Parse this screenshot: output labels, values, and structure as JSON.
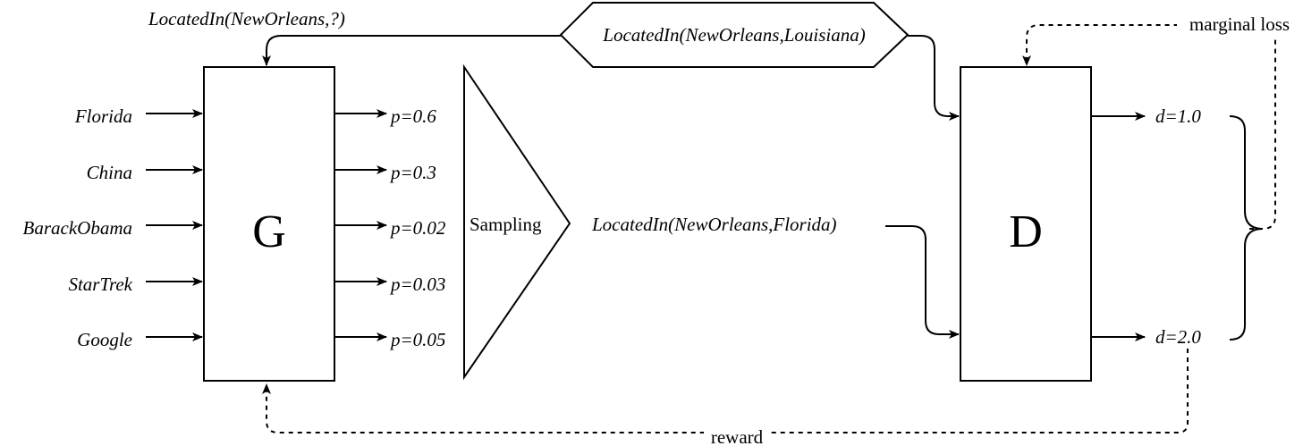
{
  "generator": {
    "label": "G"
  },
  "discriminator": {
    "label": "D"
  },
  "query": "LocatedIn(NewOrleans,?)",
  "positive_triple": "LocatedIn(NewOrleans,Louisiana)",
  "sampled_triple": "LocatedIn(NewOrleans,Florida)",
  "sampling_label": "Sampling",
  "candidates": [
    "Florida",
    "China",
    "BarackObama",
    "StarTrek",
    "Google"
  ],
  "probabilities": [
    "p=0.6",
    "p=0.3",
    "p=0.02",
    "p=0.03",
    "p=0.05"
  ],
  "scores": [
    "d=1.0",
    "d=2.0"
  ],
  "marginal_loss_label": "marginal loss",
  "reward_label": "reward"
}
